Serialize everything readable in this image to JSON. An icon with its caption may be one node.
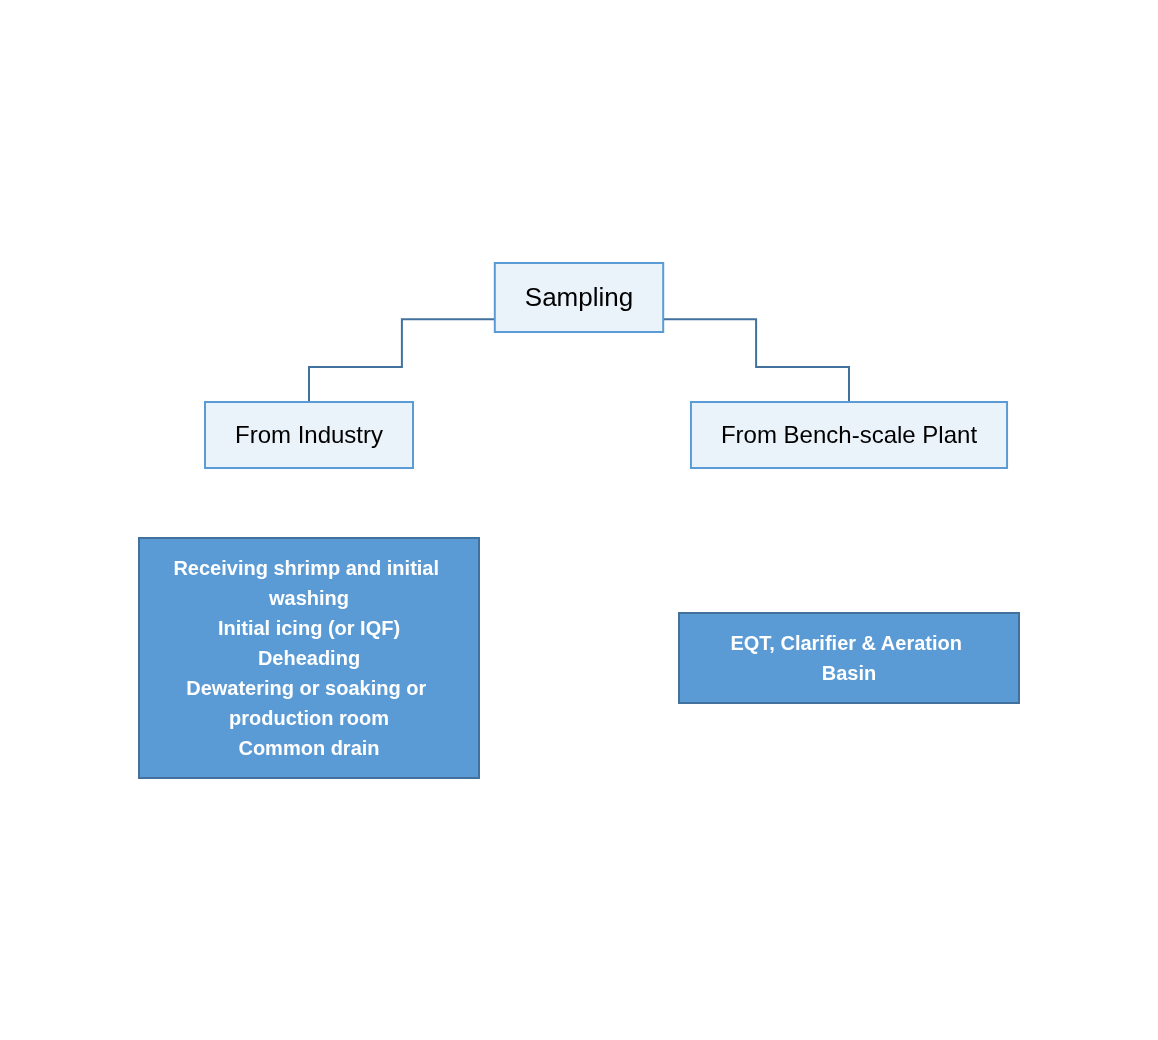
{
  "diagram": {
    "nodes": [
      {
        "text": [
          "Sampling"
        ]
      },
      {
        "text": [
          "From Industry"
        ]
      },
      {
        "text": [
          "From Bench-scale Plant"
        ]
      },
      {
        "text": [
          "Receiving shrimp and initial washing",
          "Initial icing (or IQF)",
          "Deheading",
          "Dewatering or soaking or production room",
          "Common drain"
        ]
      },
      {
        "text": [
          "EQT, Clarifier & Aeration Basin"
        ]
      }
    ],
    "edges": [
      {
        "from": 0,
        "to": 1,
        "arrow": "none"
      },
      {
        "from": 0,
        "to": 2,
        "arrow": "none"
      }
    ]
  }
}
